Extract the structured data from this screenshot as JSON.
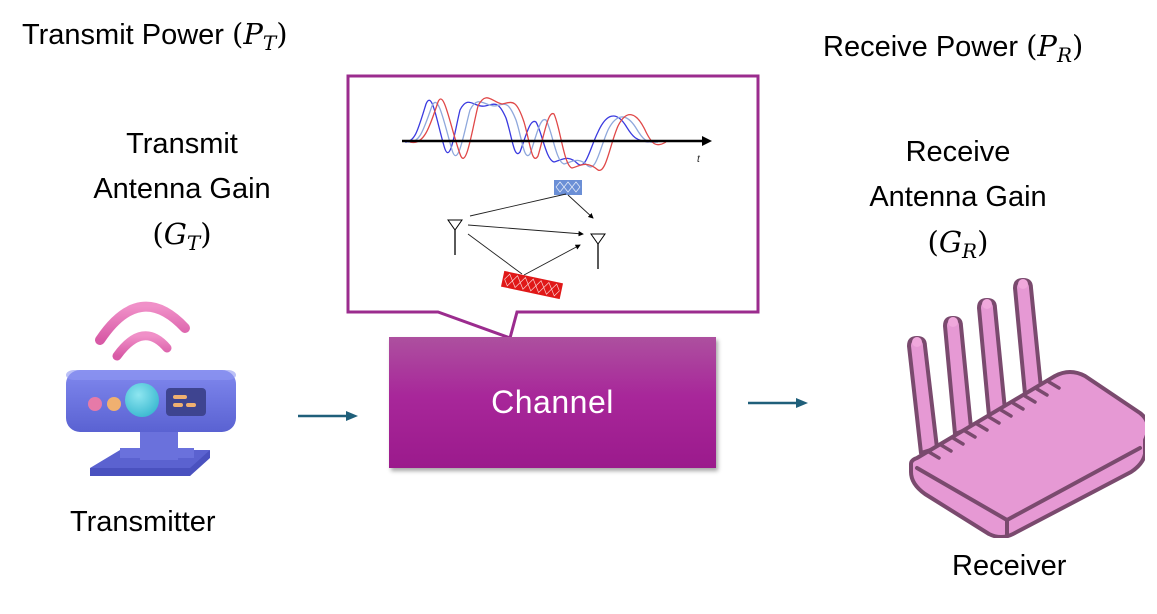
{
  "transmitter_side": {
    "power_label": "Transmit Power",
    "power_symbol": "P",
    "power_subscript": "T",
    "gain_line1": "Transmit",
    "gain_line2": "Antenna Gain",
    "gain_symbol": "G",
    "gain_subscript": "T",
    "device_label": "Transmitter",
    "device_icon": "wireless-router-3d-icon"
  },
  "receiver_side": {
    "power_label": "Receive Power",
    "power_symbol": "P",
    "power_subscript": "R",
    "gain_line1": "Receive",
    "gain_line2": "Antenna Gain",
    "gain_symbol": "G",
    "gain_subscript": "R",
    "device_label": "Receiver",
    "device_icon": "router-four-antennas-icon"
  },
  "channel": {
    "label": "Channel",
    "callout": {
      "waveform_axis_label": "t",
      "waveform_series": [
        "blue",
        "light-blue",
        "red"
      ],
      "scatterers": [
        "blue-reflector",
        "red-reflector"
      ],
      "paths": [
        "direct",
        "via-blue-reflector",
        "via-red-reflector"
      ]
    }
  },
  "colors": {
    "channel_fill": "#a8279a",
    "callout_border": "#9b2c8e",
    "arrow": "#1f5f7a",
    "wave_blue": "#3a3ae0",
    "wave_lightblue": "#8fa8dc",
    "wave_red": "#e04848",
    "reflector_blue": "#6b8fd6",
    "reflector_red": "#e01818",
    "router_pink": "#e699d4",
    "router_outline": "#7a4a6e",
    "tx_body": "#6b74e0",
    "tx_arcs": "#e070b0"
  }
}
